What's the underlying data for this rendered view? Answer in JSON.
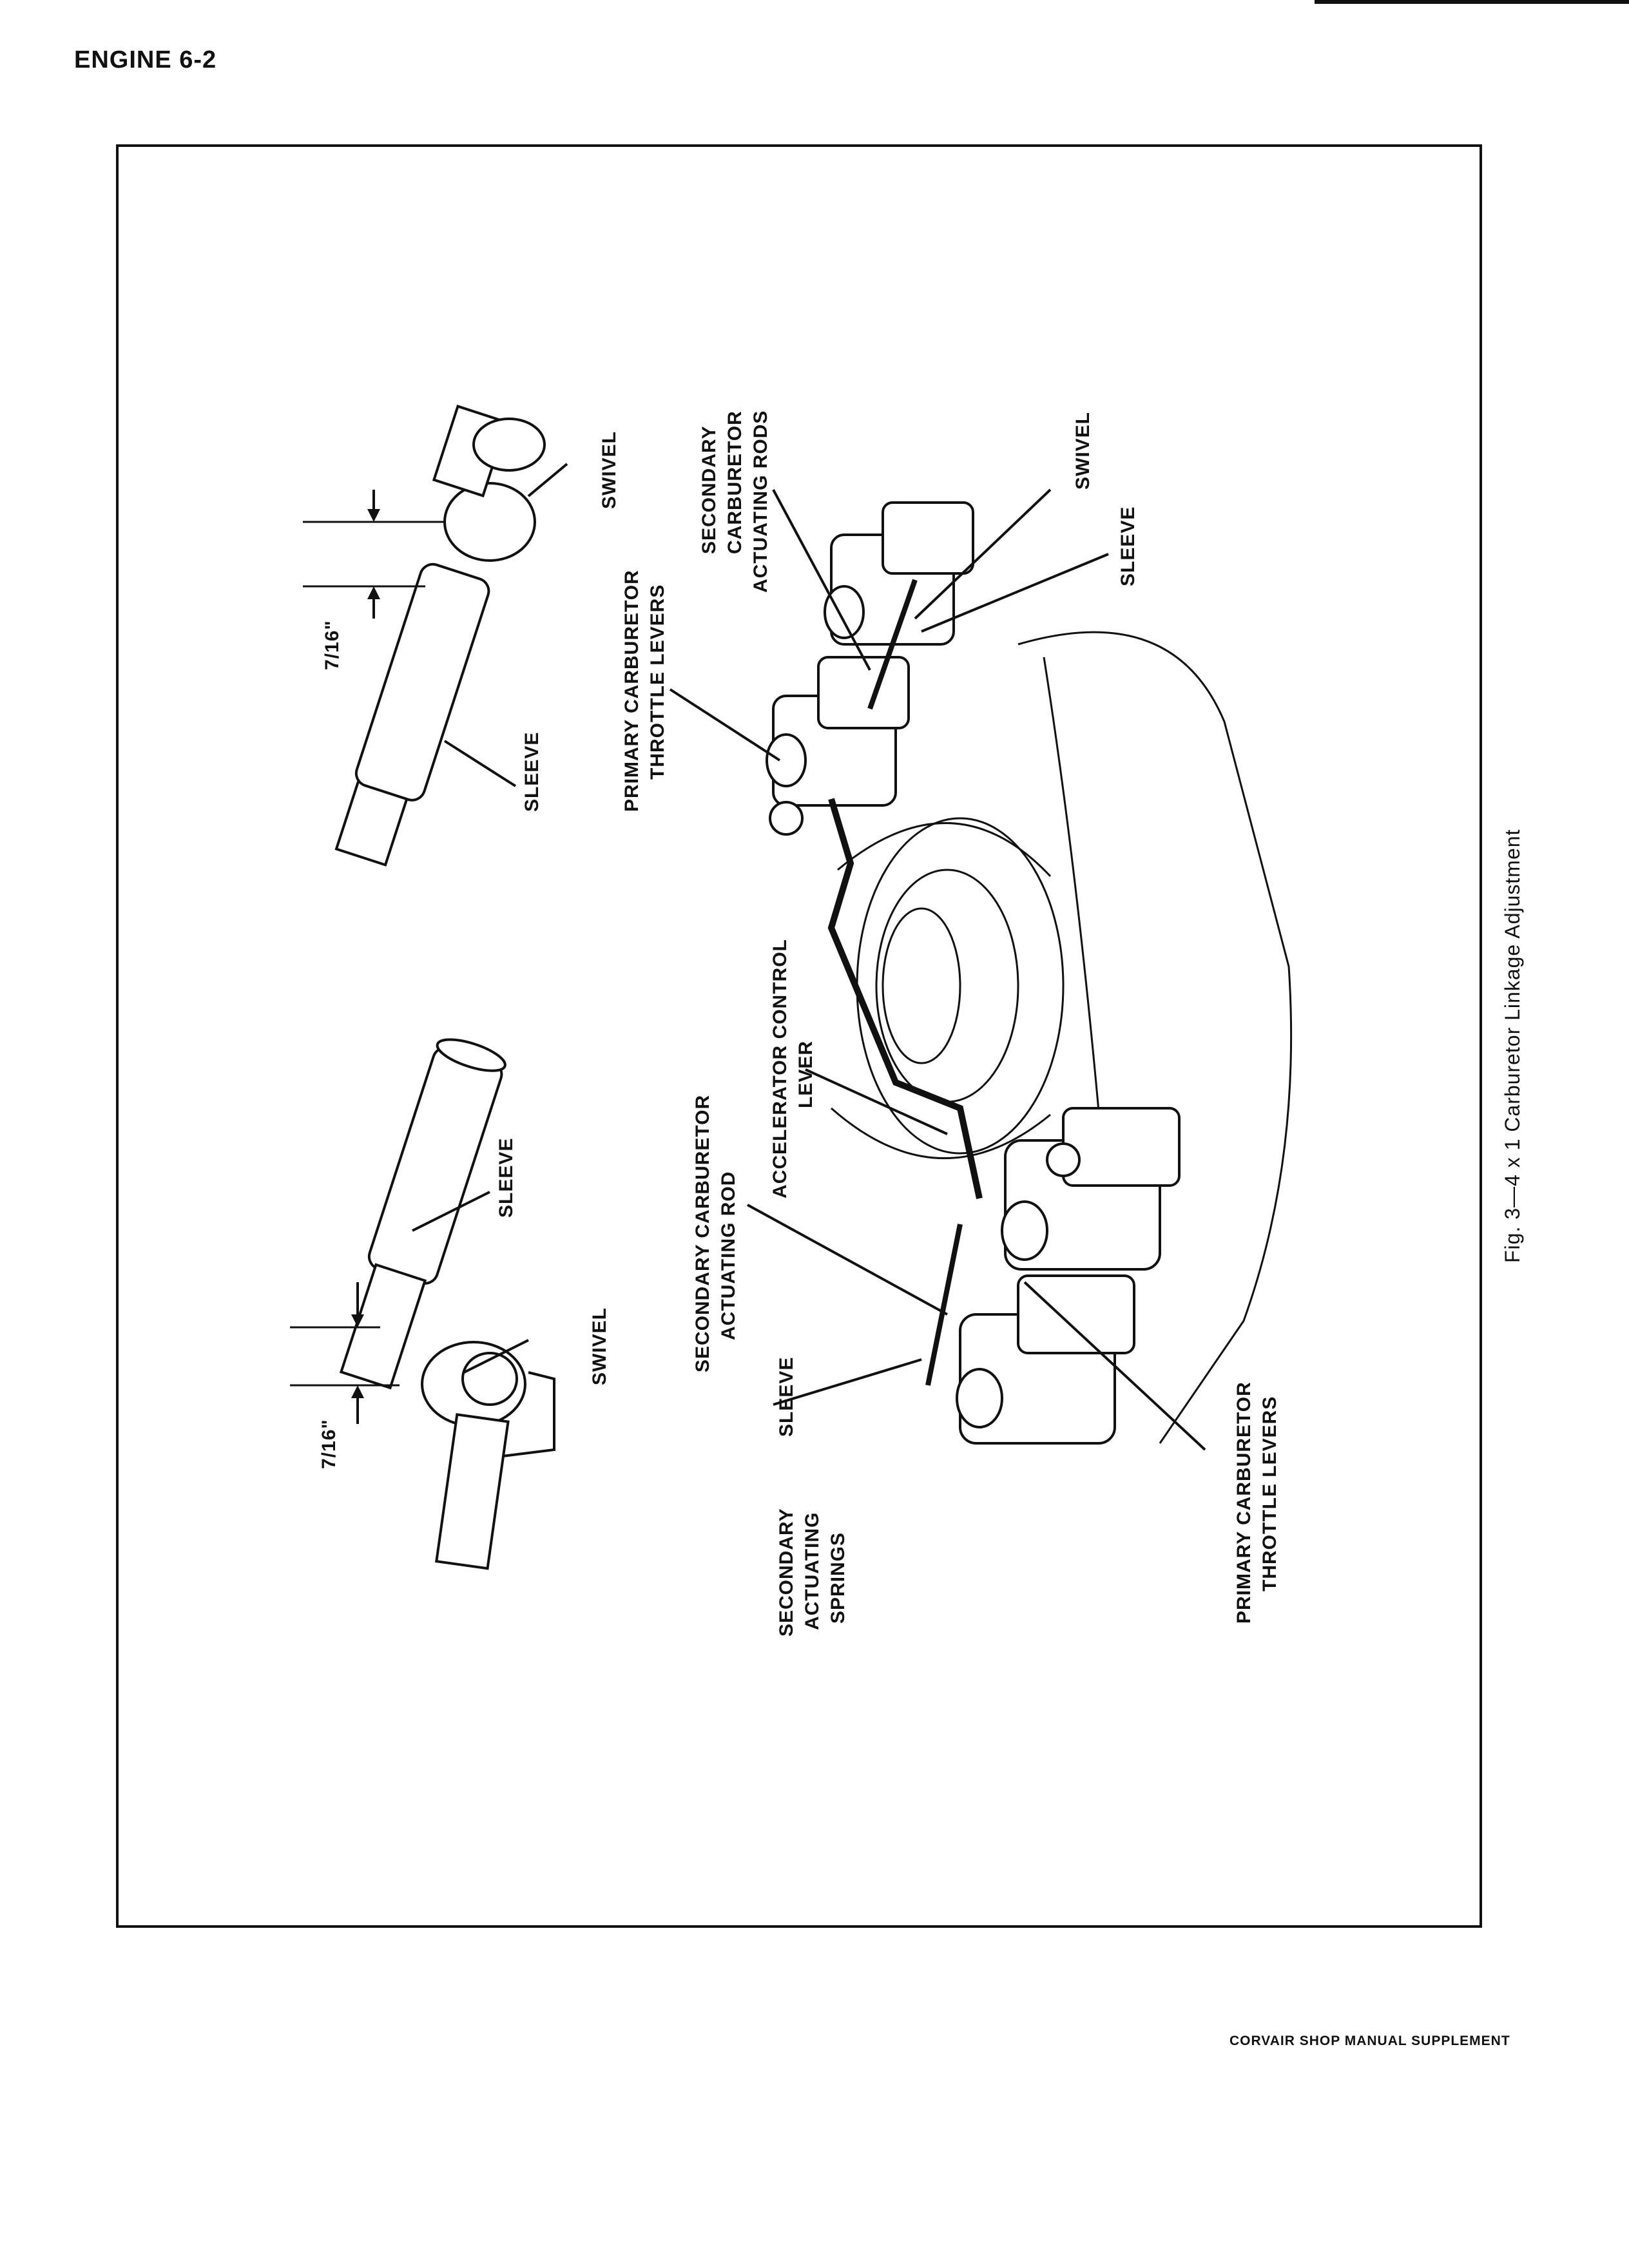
{
  "page": {
    "header": "ENGINE 6-2",
    "footer": "CORVAIR SHOP MANUAL SUPPLEMENT",
    "caption": "Fig. 3—4 x 1 Carburetor Linkage Adjustment"
  },
  "callouts": {
    "left_detail": {
      "sleeve": "SLEEVE",
      "swivel": "SWIVEL",
      "dimension": "7/16\""
    },
    "right_detail": {
      "sleeve": "SLEEVE",
      "swivel": "SWIVEL",
      "dimension": "7/16\""
    },
    "main": {
      "secondary_actuating_rods": [
        "SECONDARY",
        "CARBURETOR",
        "ACTUATING RODS"
      ],
      "swivel": "SWIVEL",
      "sleeve_top": "SLEEVE",
      "primary_levers_top": [
        "PRIMARY CARBURETOR",
        "THROTTLE LEVERS"
      ],
      "accelerator_control_lever": [
        "ACCELERATOR CONTROL",
        "LEVER"
      ],
      "secondary_actuating_rod": [
        "SECONDARY CARBURETOR",
        "ACTUATING ROD"
      ],
      "sleeve_bottom": "SLEEVE",
      "secondary_springs": [
        "SECONDARY",
        "ACTUATING",
        "SPRINGS"
      ],
      "primary_levers_bottom": [
        "PRIMARY CARBURETOR",
        "THROTTLE LEVERS"
      ]
    }
  },
  "icons": [
    "carburetor-illustration",
    "linkage-rod-illustration",
    "sleeve-swivel-detail"
  ]
}
